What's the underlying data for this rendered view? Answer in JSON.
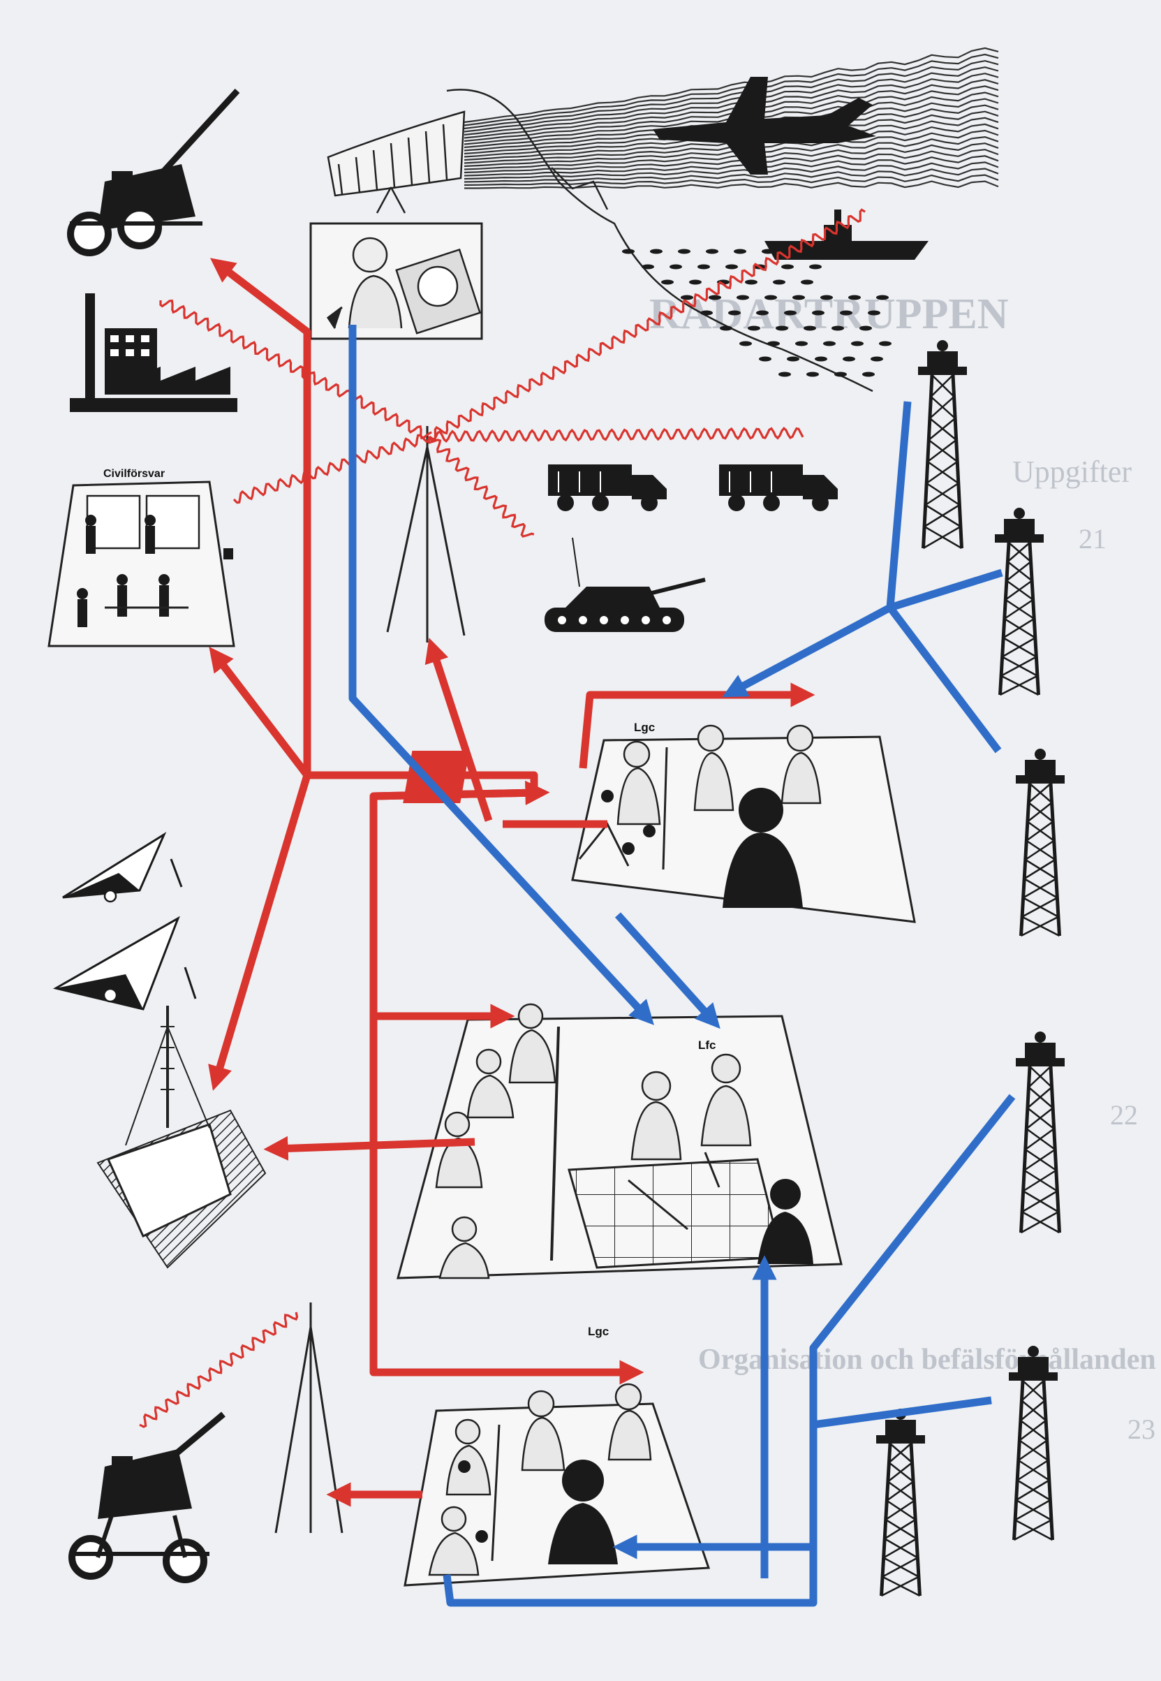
{
  "labels": {
    "civil_defense": "Civilförsvar",
    "lgc_top": "Lgc",
    "lfc": "Lfc",
    "lgc_bottom": "Lgc"
  },
  "bleed_through": {
    "heading": "RADARTRUPPEN",
    "subheading": "Uppgifter",
    "organization": "Organisation och befälsförhållanden",
    "paragraph_numbers": [
      "21",
      "22",
      "23"
    ]
  },
  "colors": {
    "paper": "#eef0f3",
    "red_link": "#d9342e",
    "blue_link": "#2f6dc9",
    "ink": "#1a1a1a"
  }
}
